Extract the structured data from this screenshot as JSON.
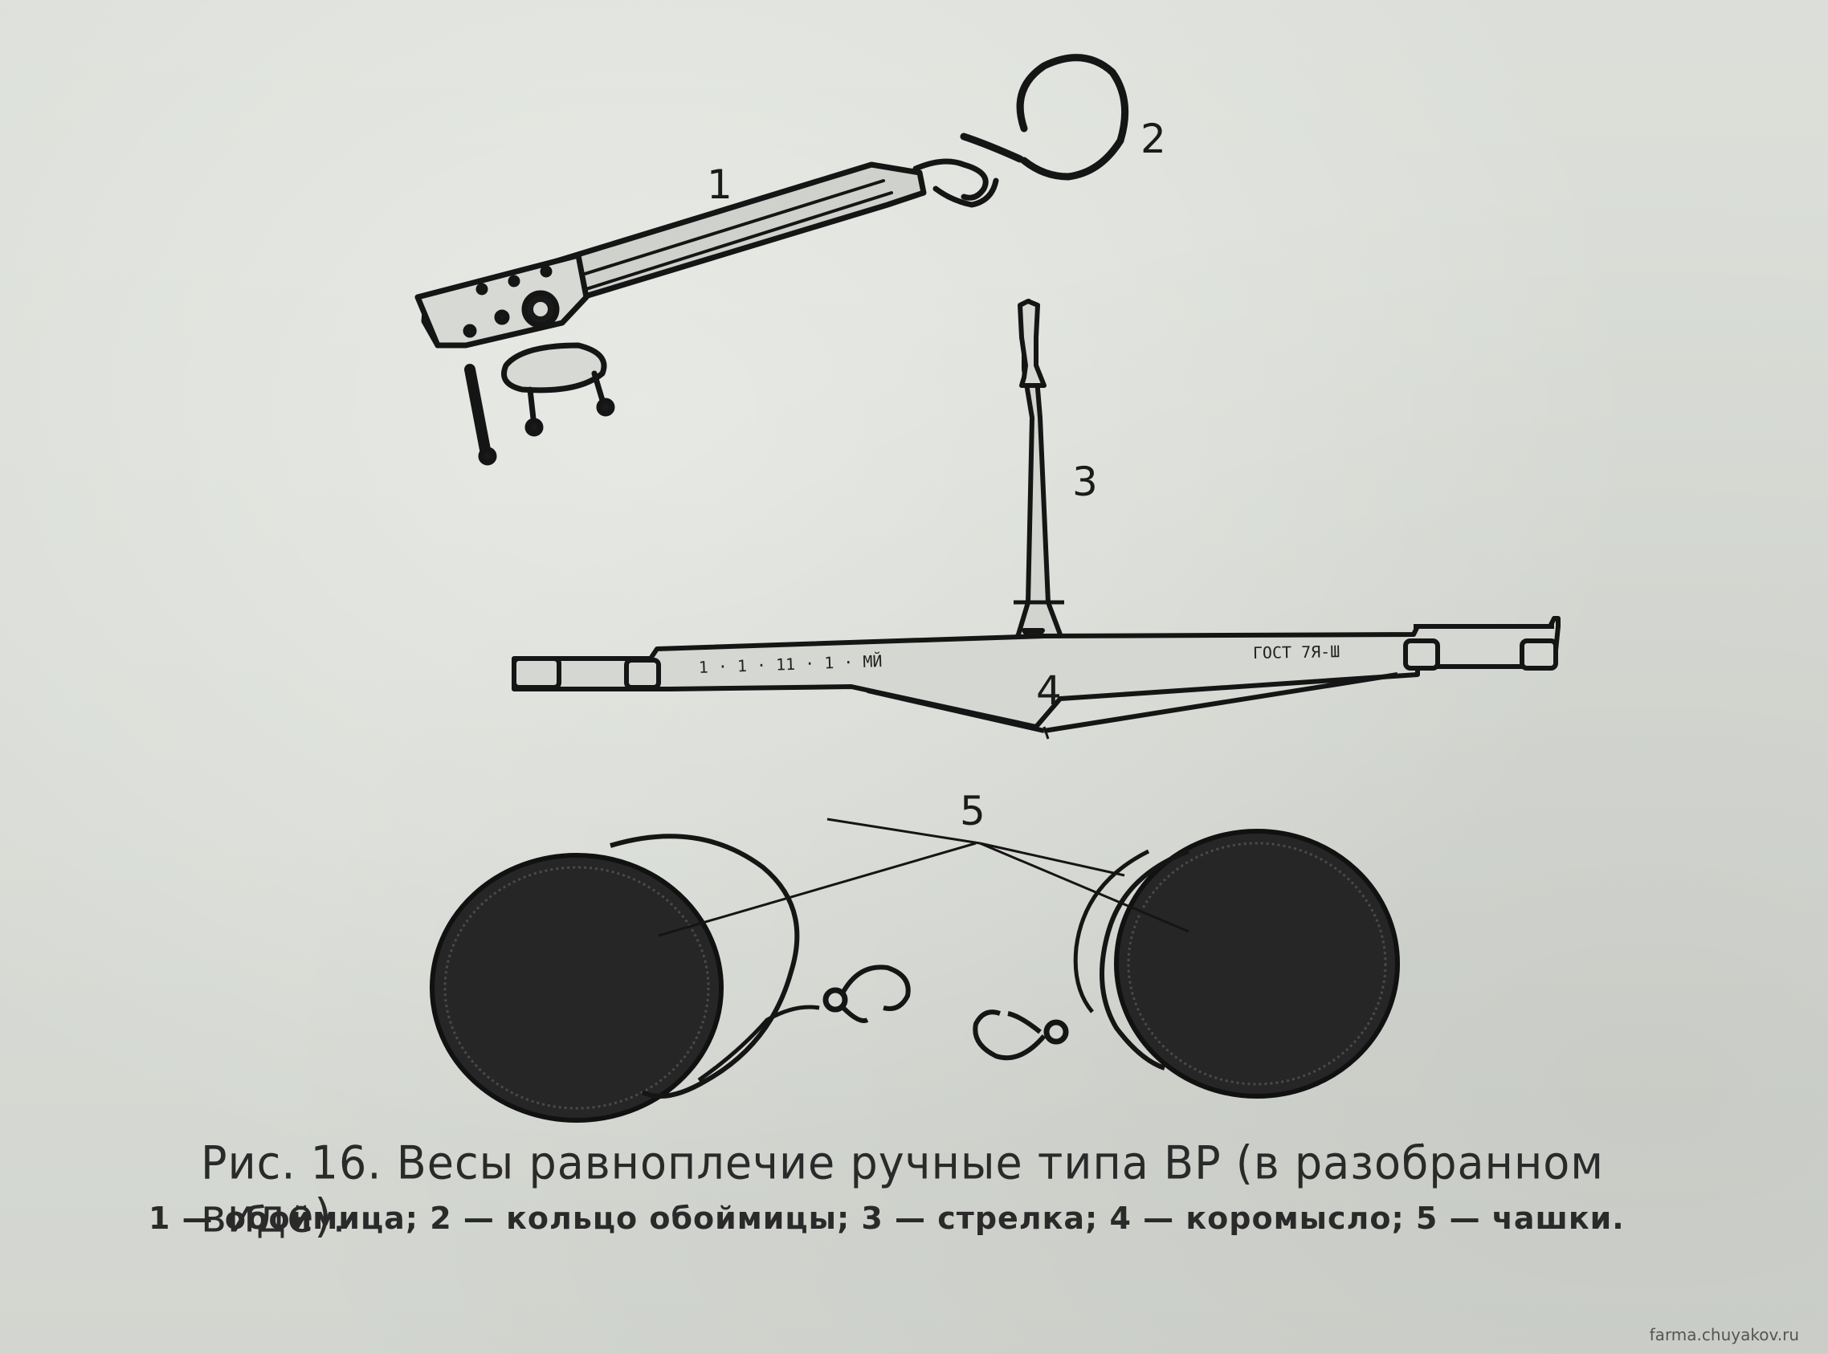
{
  "figure": {
    "labels": {
      "part1": "1",
      "part2": "2",
      "part3": "3",
      "part4": "4",
      "part5": "5"
    },
    "beam_markings": {
      "left": "1 · 1 · 11 · 1 · МЙ",
      "right": "ГОСТ 7Я-Ш"
    }
  },
  "caption": {
    "title": "Рис. 16. Весы равноплечие ручные типа ВР (в разобранном виде).",
    "legend": "1 — обоймица;  2 — кольцо  обоймицы;  3 — стрелка;  4 — коромысло;  5 — чашки."
  },
  "watermark": "farma.chuyakov.ru"
}
